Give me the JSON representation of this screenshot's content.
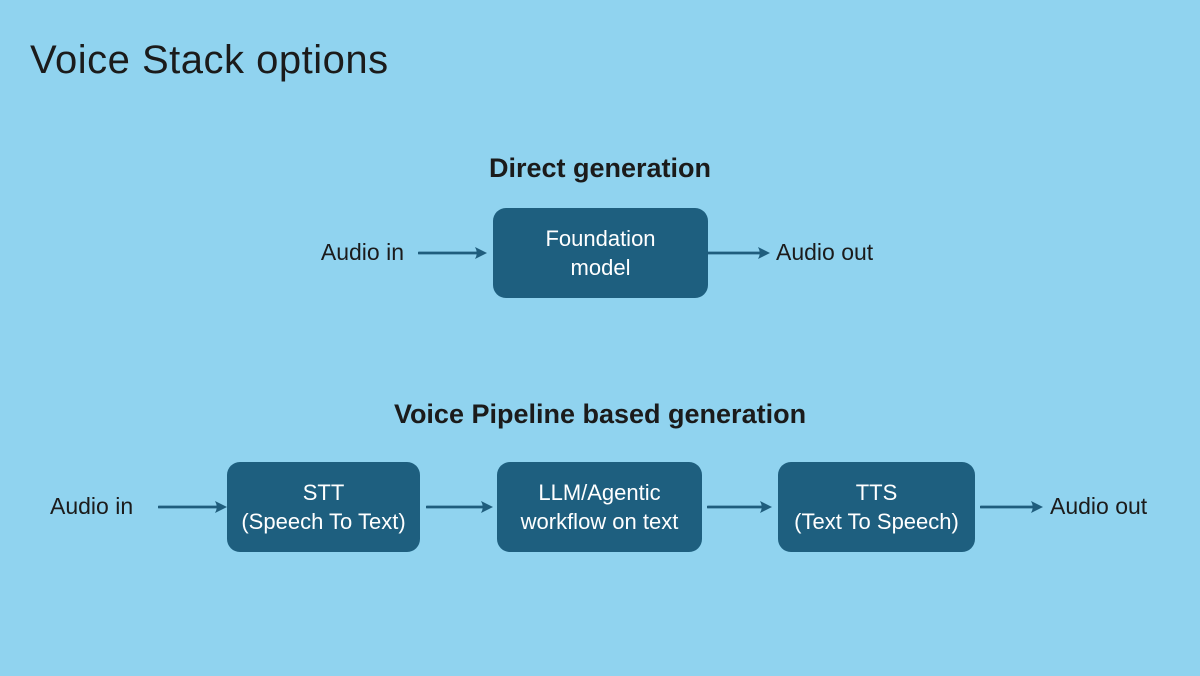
{
  "page": {
    "title": "Voice Stack options"
  },
  "colors": {
    "background": "#90d3ef",
    "box_fill": "#1e5f7f",
    "box_text": "#ffffff",
    "arrow": "#1f5d7d",
    "text": "#1b1b1b"
  },
  "sections": [
    {
      "heading": "Direct generation",
      "input_label": "Audio in",
      "output_label": "Audio out",
      "nodes": [
        {
          "lines": [
            "Foundation",
            "model"
          ]
        }
      ]
    },
    {
      "heading": "Voice Pipeline based generation",
      "input_label": "Audio in",
      "output_label": "Audio out",
      "nodes": [
        {
          "lines": [
            "STT",
            "(Speech To Text)"
          ]
        },
        {
          "lines": [
            "LLM/Agentic",
            "workflow on text"
          ]
        },
        {
          "lines": [
            "TTS",
            "(Text To Speech)"
          ]
        }
      ]
    }
  ]
}
